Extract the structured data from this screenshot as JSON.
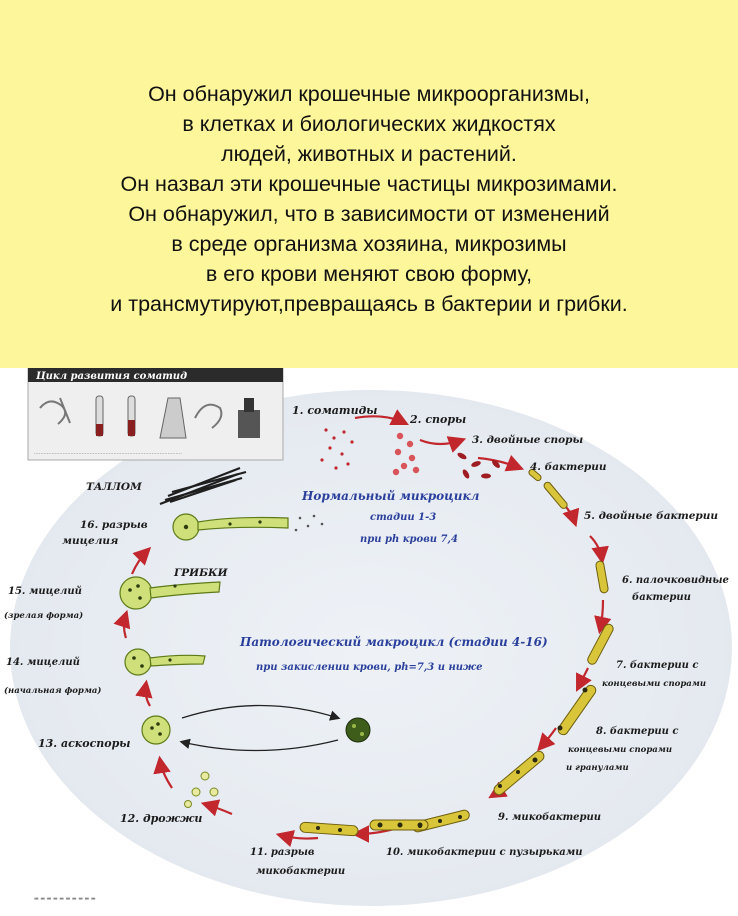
{
  "intro": {
    "lines": [
      "Он обнаружил крошечные микроорганизмы,",
      "в клетках и биологических жидкостях",
      "людей, животных и растений.",
      "Он назвал эти крошечные частицы микрозимами.",
      "Он обнаружил, что в зависимости от изменений",
      "в среде организма хозяина, микрозимы",
      "в его крови меняют свою форму,",
      "и трансмутируют,превращаясь в бактерии и грибки."
    ]
  },
  "diagram": {
    "header": "Цикл развития соматид",
    "stages": {
      "s1": "1. соматиды",
      "s2": "2. споры",
      "s3": "3. двойные споры",
      "s4": "4. бактерии",
      "s5": "5. двойные бактерии",
      "s6a": "6. палочковидные",
      "s6b": "бактерии",
      "s7a": "7. бактерии с",
      "s7b": "концевыми спорами",
      "s8a": "8. бактерии с",
      "s8b": "концевыми спорами",
      "s8c": "и гранулами",
      "s9": "9. микобактерии",
      "s10": "10. микобактерии с пузырьками",
      "s11a": "11. разрыв",
      "s11b": "микобактерии",
      "s12": "12. дрожжи",
      "s13": "13. аскоспоры",
      "s14a": "14. мицелий",
      "s14b": "(начальная форма)",
      "s15a": "15. мицелий",
      "s15b": "(зрелая форма)",
      "s16a": "16. разрыв",
      "s16b": "мицелия"
    },
    "tallom": "ТАЛЛОМ",
    "fungi": "ГРИБКИ",
    "normal": {
      "title": "Нормальный микроцикл",
      "stages": "стадии 1-3",
      "ph": "при рh крови 7,4"
    },
    "pathological": {
      "title": "Патологический макроцикл (стадии 4-16)",
      "ph": "при закислении крови, рh=7,3 и ниже"
    },
    "colors": {
      "background": "#fdf69a",
      "blue_text": "#2a3f9c",
      "arrow": "#c1272d",
      "bacteria": "#d9c53a"
    }
  }
}
